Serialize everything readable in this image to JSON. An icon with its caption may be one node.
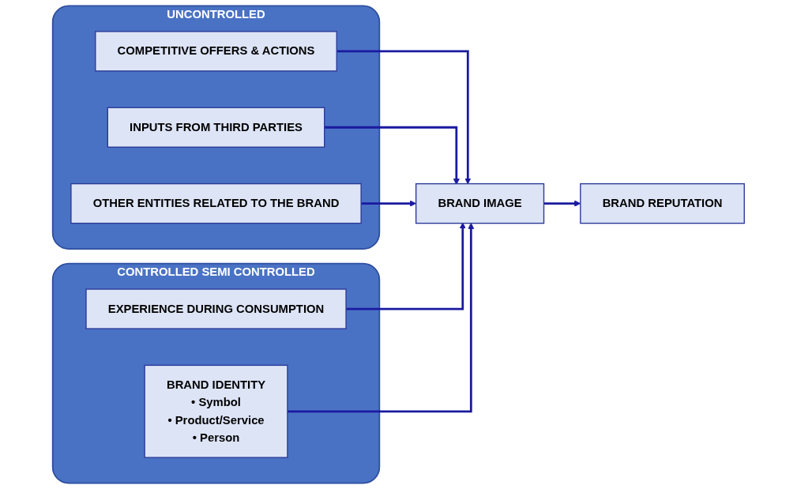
{
  "diagram": {
    "nodes": [
      {
        "text": [
          "UNCONTROLLED"
        ]
      },
      {
        "text": [
          "COMPETITIVE OFFERS & ACTIONS"
        ],
        "in": 0
      },
      {
        "text": [
          "INPUTS FROM THIRD PARTIES"
        ],
        "in": 0
      },
      {
        "text": [
          "OTHER ENTITIES RELATED TO THE BRAND"
        ],
        "in": 0
      },
      {
        "text": [
          "CONTROLLED SEMI CONTROLLED"
        ]
      },
      {
        "text": [
          "EXPERIENCE DURING CONSUMPTION"
        ],
        "in": 4
      },
      {
        "text": [
          "BRAND IDENTITY",
          "• Symbol",
          "• Product/Service",
          "• Person"
        ],
        "in": 4
      },
      {
        "text": [
          "BRAND IMAGE"
        ]
      },
      {
        "text": [
          "BRAND REPUTATION"
        ]
      }
    ],
    "edges": [
      {
        "from": 1,
        "to": 7,
        "arrow": "to"
      },
      {
        "from": 2,
        "to": 7,
        "arrow": "to"
      },
      {
        "from": 3,
        "to": 7,
        "arrow": "to"
      },
      {
        "from": 5,
        "to": 7,
        "arrow": "to"
      },
      {
        "from": 6,
        "to": 7,
        "arrow": "to"
      },
      {
        "from": 7,
        "to": 8,
        "arrow": "to"
      }
    ]
  }
}
